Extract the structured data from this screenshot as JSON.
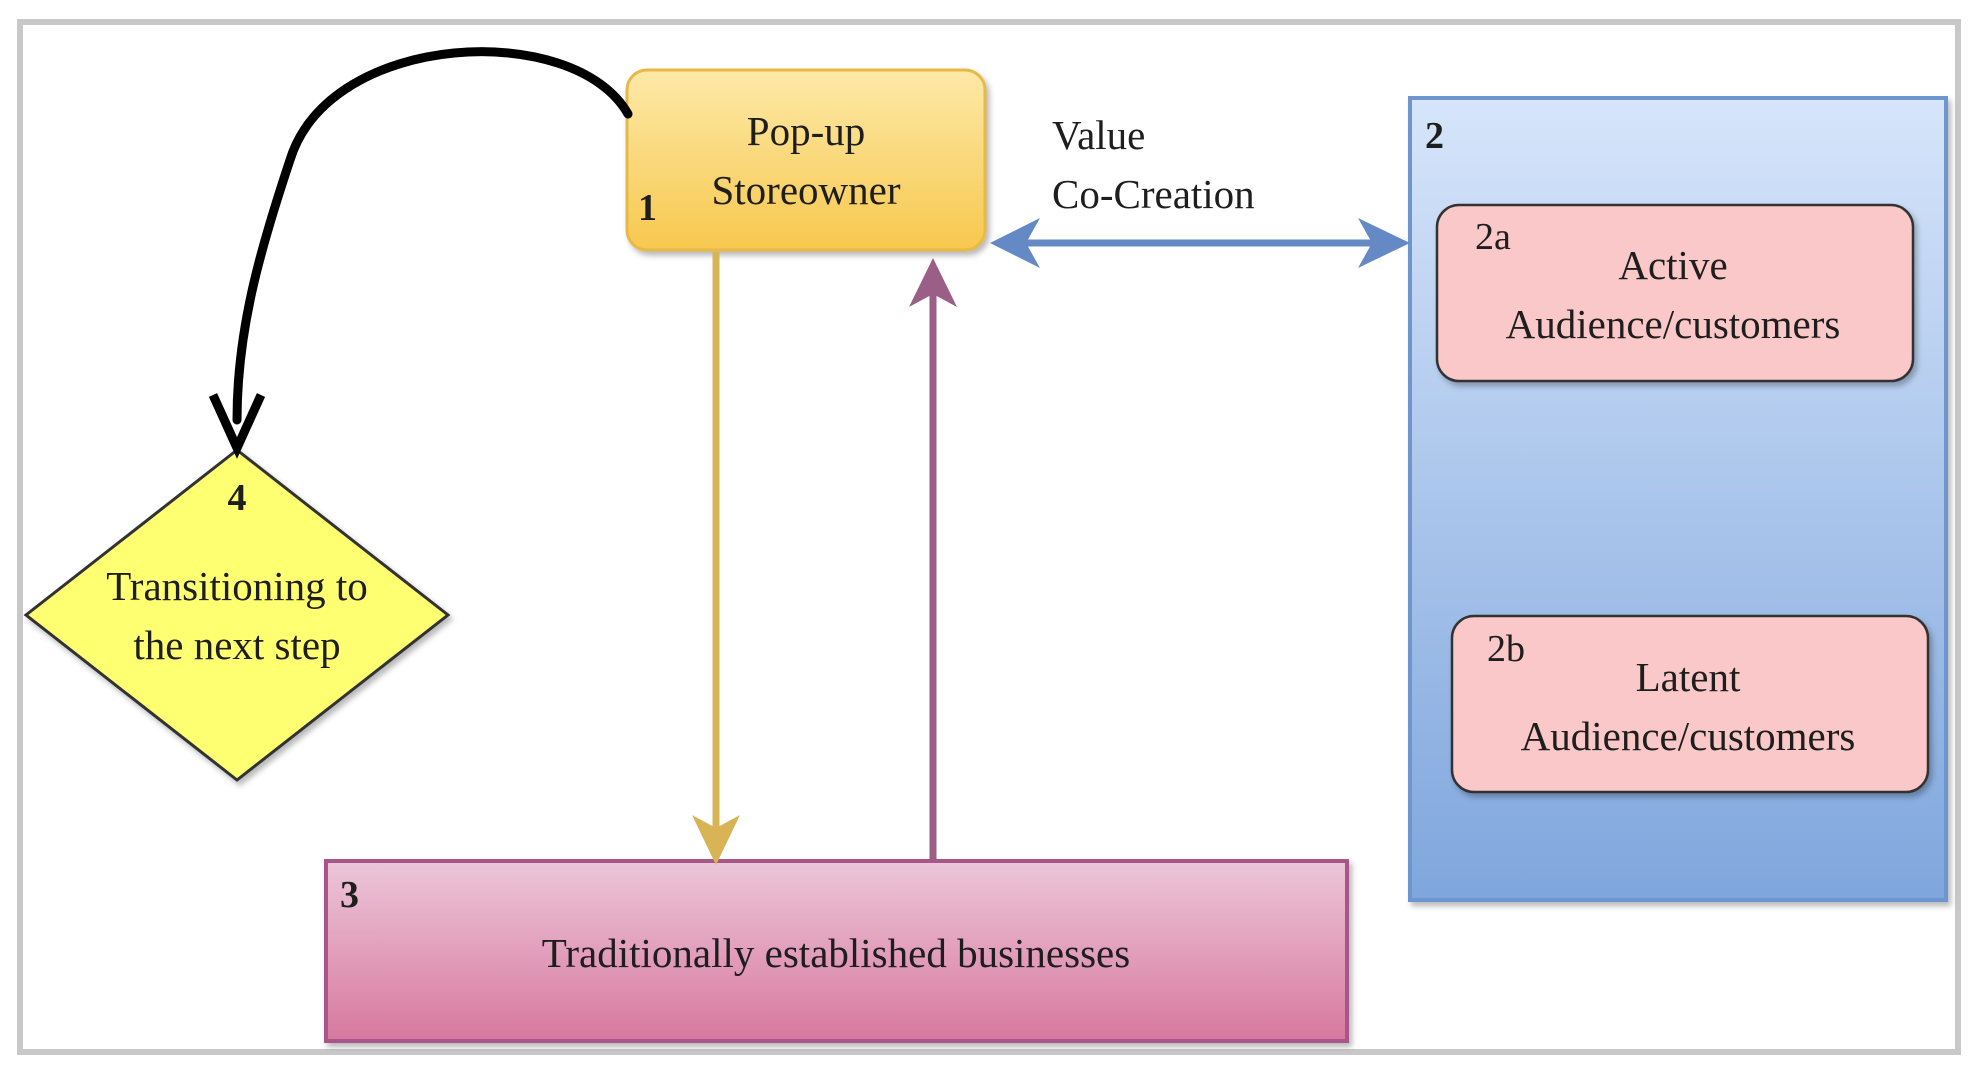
{
  "colors": {
    "frame": "#c8c8c8",
    "popup_fill_top": "#fde9a8",
    "popup_fill_bottom": "#f7c84e",
    "popup_stroke": "#e7b94a",
    "audience_fill_top": "#d6e5fa",
    "audience_fill_bottom": "#7fa6dd",
    "audience_stroke": "#6d96cf",
    "customer_box_fill": "#fac8c8",
    "business_fill_top": "#ecc6d9",
    "business_fill_bottom": "#d8789f",
    "business_stroke": "#a85488",
    "diamond_fill": "#ffff72",
    "arrow_black": "#000000",
    "arrow_gold": "#d8b456",
    "arrow_purple": "#9a5e87",
    "arrow_blue": "#6589c5"
  },
  "nodes": {
    "popup": {
      "number": "1",
      "line1": "Pop-up",
      "line2": "Storeowner"
    },
    "audience": {
      "number": "2",
      "active": {
        "number": "2a",
        "line1": "Active",
        "line2": "Audience/customers"
      },
      "latent": {
        "number": "2b",
        "line1": "Latent",
        "line2": "Audience/customers"
      }
    },
    "business": {
      "number": "3",
      "label": "Traditionally established businesses"
    },
    "transition": {
      "number": "4",
      "line1": "Transitioning to",
      "line2": "the next step"
    }
  },
  "edges": {
    "value_cocreation": {
      "line1": "Value",
      "line2": "Co-Creation"
    }
  }
}
